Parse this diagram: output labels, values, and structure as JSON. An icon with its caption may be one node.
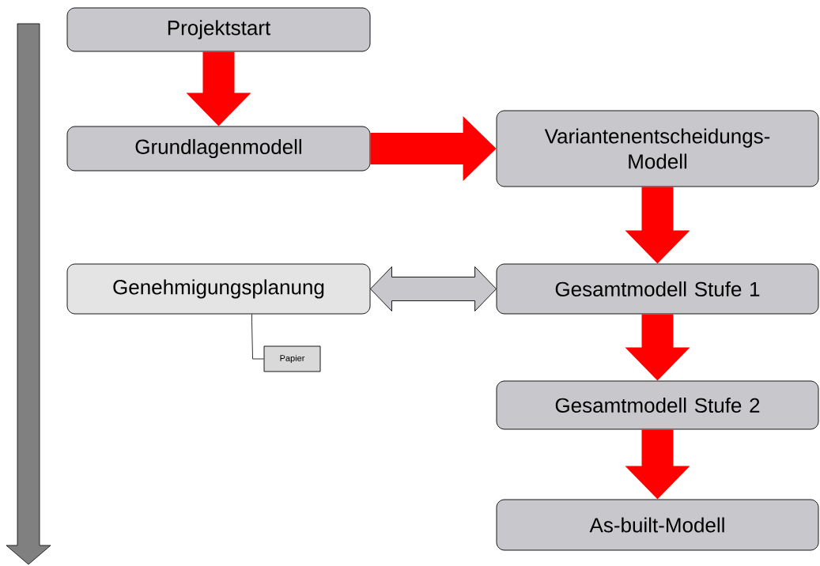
{
  "diagram": {
    "nodes": [
      {
        "text": [
          "Projektstart"
        ]
      },
      {
        "text": [
          "Grundlagenmodell"
        ]
      },
      {
        "text": [
          "Variantenentscheidungs- Modell"
        ]
      },
      {
        "text": [
          "Genehmigungsplanung"
        ]
      },
      {
        "text": [
          "Gesamtmodell Stufe 1"
        ]
      },
      {
        "text": [
          "Gesamtmodell Stufe 2"
        ]
      },
      {
        "text": [
          "As-built-Modell"
        ]
      },
      {
        "text": [
          "Papier"
        ]
      }
    ],
    "edges": [
      {
        "from": 0,
        "to": 1,
        "arrow": "to"
      },
      {
        "from": 1,
        "to": 2,
        "arrow": "to"
      },
      {
        "from": 2,
        "to": 4,
        "arrow": "to"
      },
      {
        "from": 4,
        "to": 5,
        "arrow": "to"
      },
      {
        "from": 5,
        "to": 6,
        "arrow": "to"
      },
      {
        "from": 3,
        "to": 4,
        "arrow": "both",
        "color": "#c8c8cc"
      },
      {
        "from": 7,
        "to": 3,
        "arrow": "none"
      }
    ]
  }
}
